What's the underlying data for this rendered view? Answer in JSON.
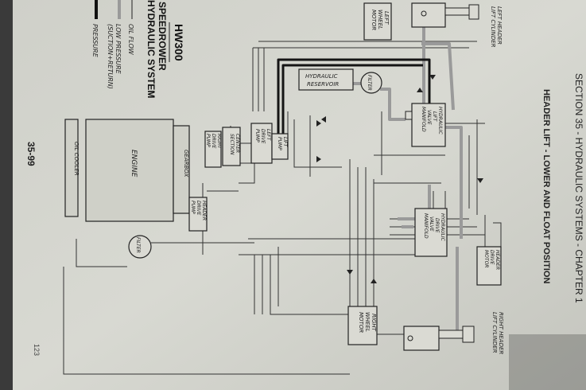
{
  "page": {
    "header_section": "SECTION 35 - HYDRAULIC SYSTEMS - CHAPTER 1",
    "header_title": "HEADER LIFT - LOWER AND FLOAT POSITION",
    "page_number": "35-99",
    "margin_number": "123"
  },
  "title_block": {
    "model": "HW300",
    "line1": "SPEEDROWER",
    "line2": "HYDRAULIC SYSTEM",
    "legend": [
      {
        "label": "OIL FLOW",
        "style": "thin"
      },
      {
        "label": "LOW PRESSURE",
        "style": "gray"
      },
      {
        "label": "(SUCTION+RETURN)",
        "style": "none"
      },
      {
        "label": "PRESSURE",
        "style": "thick"
      }
    ]
  },
  "components": {
    "left_header_cyl_1": "LEFT HEADER",
    "left_header_cyl_2": "LIFT CYLINDER",
    "left_wheel_motor_1": "LEFT",
    "left_wheel_motor_2": "WHEEL",
    "left_wheel_motor_3": "MOTOR",
    "hyd_reservoir_1": "HYDRAULIC",
    "hyd_reservoir_2": "RESERVOIR",
    "filter_top": "FILTER",
    "lift_manifold_1": "HYDRAULIC",
    "lift_manifold_2": "LIFT",
    "lift_manifold_3": "VALVE",
    "lift_manifold_4": "MANIFOLD",
    "lift_pump_1": "LIFT",
    "lift_pump_2": "PUMP",
    "left_drive_pump_1": "LEFT",
    "left_drive_pump_2": "DRIVE",
    "left_drive_pump_3": "PUMP",
    "center_section_1": "CENTER",
    "center_section_2": "SECTION",
    "right_drive_pump_1": "RIGHT",
    "right_drive_pump_2": "DRIVE",
    "right_drive_pump_3": "PUMP",
    "gearbox": "GEARBOX",
    "engine": "ENGINE",
    "header_drive_pump_1": "HEADER",
    "header_drive_pump_2": "DRIVE",
    "header_drive_pump_3": "PUMP",
    "drive_manifold_1": "HYDRAULIC",
    "drive_manifold_2": "DRIVE",
    "drive_manifold_3": "VALVE",
    "drive_manifold_4": "MANIFOLD",
    "header_drive_motor_1": "HEADER",
    "header_drive_motor_2": "DRIVE",
    "header_drive_motor_3": "MOTOR",
    "right_header_cyl_1": "RIGHT HEADER",
    "right_header_cyl_2": "LIFT CYLINDER",
    "right_wheel_motor_1": "RIGHT",
    "right_wheel_motor_2": "WHEEL",
    "right_wheel_motor_3": "MOTOR",
    "oil_cooler": "OIL COOLER",
    "filter_bottom": "FILTER"
  }
}
